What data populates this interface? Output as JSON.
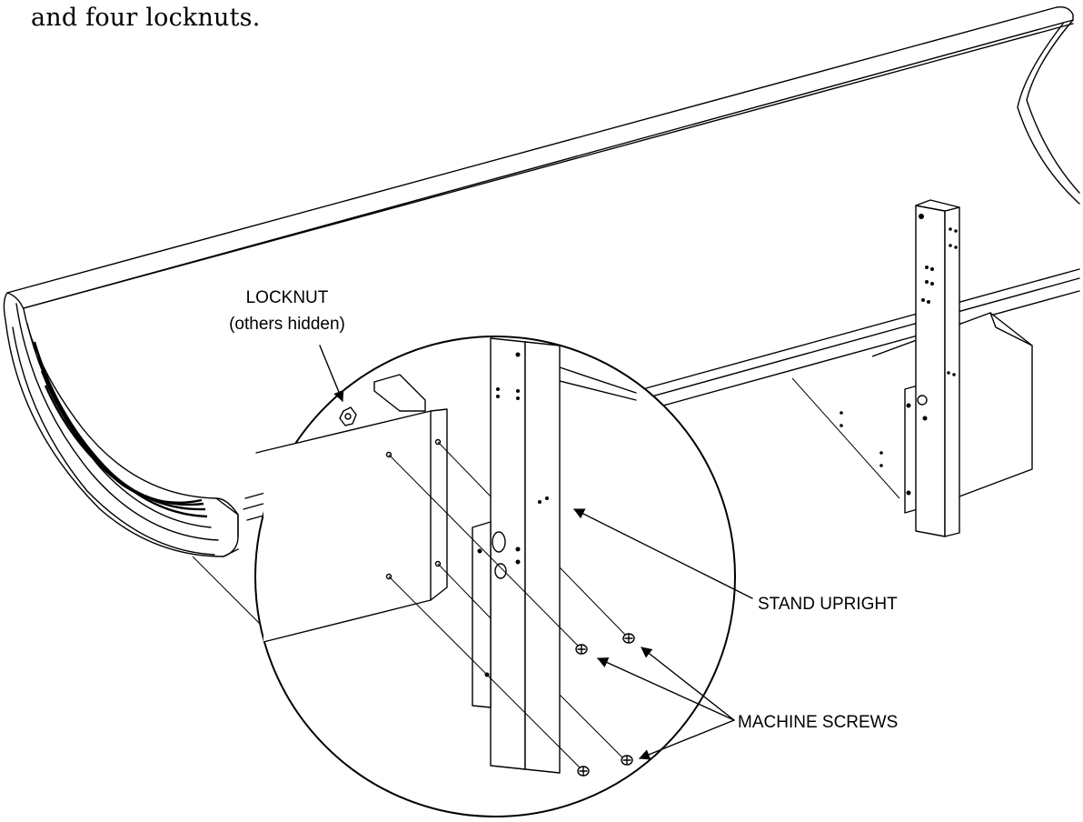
{
  "intro_text": "and four locknuts.",
  "labels": {
    "locknut_line1": "LOCKNUT",
    "locknut_line2": "(others hidden)",
    "stand_upright": "STAND UPRIGHT",
    "machine_screws": "MACHINE SCREWS"
  }
}
